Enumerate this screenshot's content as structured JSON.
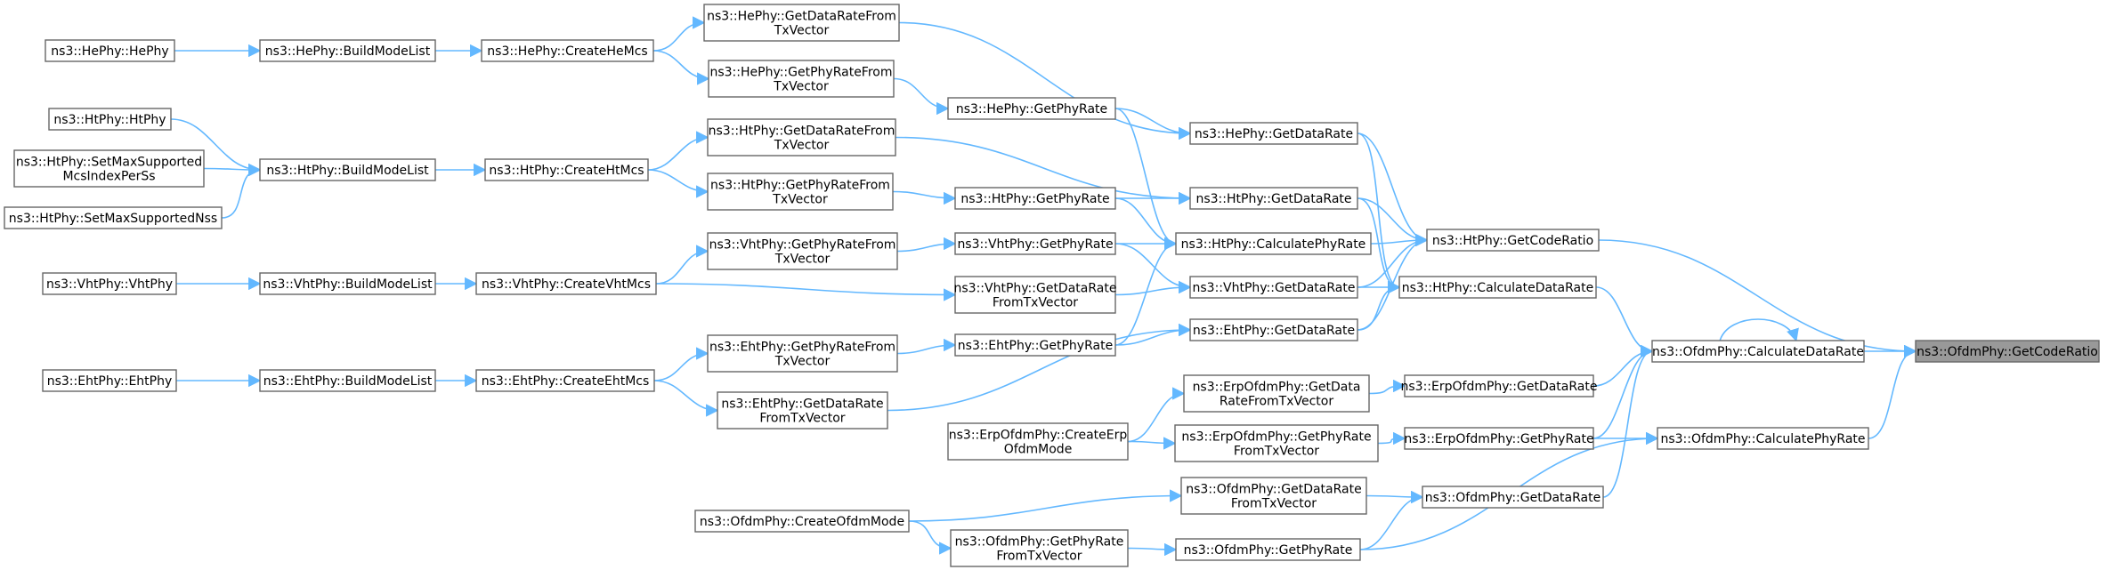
{
  "colors": {
    "edge": "#63b8ff",
    "node_border": "#666666",
    "node_fill": "#ffffff",
    "root_fill": "#999999",
    "text": "#000000"
  },
  "graph": {
    "root": "ofdm_getcoderatio",
    "nodes": [
      {
        "id": "ofdm_getcoderatio",
        "lines": [
          "ns3::OfdmPhy::GetCodeRatio"
        ],
        "root": true
      },
      {
        "id": "ht_getcoderatio",
        "lines": [
          "ns3::HtPhy::GetCodeRatio"
        ]
      },
      {
        "id": "ofdm_calcdatarate",
        "lines": [
          "ns3::OfdmPhy::CalculateDataRate"
        ]
      },
      {
        "id": "ofdm_calcphyrate",
        "lines": [
          "ns3::OfdmPhy::CalculatePhyRate"
        ]
      },
      {
        "id": "he_getdatarate",
        "lines": [
          "ns3::HePhy::GetDataRate"
        ]
      },
      {
        "id": "ht_calcphyrate",
        "lines": [
          "ns3::HtPhy::CalculatePhyRate"
        ]
      },
      {
        "id": "ht_getdatarate",
        "lines": [
          "ns3::HtPhy::GetDataRate"
        ]
      },
      {
        "id": "vht_getdatarate",
        "lines": [
          "ns3::VhtPhy::GetDataRate"
        ]
      },
      {
        "id": "eht_getdatarate",
        "lines": [
          "ns3::EhtPhy::GetDataRate"
        ]
      },
      {
        "id": "ht_calcdatarate",
        "lines": [
          "ns3::HtPhy::CalculateDataRate"
        ]
      },
      {
        "id": "erp_getdatarate",
        "lines": [
          "ns3::ErpOfdmPhy::GetDataRate"
        ]
      },
      {
        "id": "erp_getphyrate",
        "lines": [
          "ns3::ErpOfdmPhy::GetPhyRate"
        ]
      },
      {
        "id": "ofdm_getdatarate",
        "lines": [
          "ns3::OfdmPhy::GetDataRate"
        ]
      },
      {
        "id": "ofdm_getphyrate",
        "lines": [
          "ns3::OfdmPhy::GetPhyRate"
        ]
      },
      {
        "id": "he_getphyrate",
        "lines": [
          "ns3::HePhy::GetPhyRate"
        ]
      },
      {
        "id": "ht_getphyrate",
        "lines": [
          "ns3::HtPhy::GetPhyRate"
        ]
      },
      {
        "id": "vht_getphyrate",
        "lines": [
          "ns3::VhtPhy::GetPhyRate"
        ]
      },
      {
        "id": "vht_getdataratefromtxvector",
        "lines": [
          "ns3::VhtPhy::GetDataRate",
          "FromTxVector"
        ]
      },
      {
        "id": "eht_getphyrate",
        "lines": [
          "ns3::EhtPhy::GetPhyRate"
        ]
      },
      {
        "id": "erp_getdataratefromtxvector",
        "lines": [
          "ns3::ErpOfdmPhy::GetData",
          "RateFromTxVector"
        ]
      },
      {
        "id": "erp_getphyratefromtxvector",
        "lines": [
          "ns3::ErpOfdmPhy::GetPhyRate",
          "FromTxVector"
        ]
      },
      {
        "id": "ofdm_getdataratefromtxvector",
        "lines": [
          "ns3::OfdmPhy::GetDataRate",
          "FromTxVector"
        ]
      },
      {
        "id": "ofdm_getphyratefromtxvector",
        "lines": [
          "ns3::OfdmPhy::GetPhyRate",
          "FromTxVector"
        ]
      },
      {
        "id": "he_getdataratefromtxvector",
        "lines": [
          "ns3::HePhy::GetDataRateFrom",
          "TxVector"
        ]
      },
      {
        "id": "he_getphyratefromtxvector",
        "lines": [
          "ns3::HePhy::GetPhyRateFrom",
          "TxVector"
        ]
      },
      {
        "id": "ht_getdataratefromtxvector",
        "lines": [
          "ns3::HtPhy::GetDataRateFrom",
          "TxVector"
        ]
      },
      {
        "id": "ht_getphyratefromtxvector",
        "lines": [
          "ns3::HtPhy::GetPhyRateFrom",
          "TxVector"
        ]
      },
      {
        "id": "vht_getphyratefromtxvector",
        "lines": [
          "ns3::VhtPhy::GetPhyRateFrom",
          "TxVector"
        ]
      },
      {
        "id": "eht_getphyratefromtxvector",
        "lines": [
          "ns3::EhtPhy::GetPhyRateFrom",
          "TxVector"
        ]
      },
      {
        "id": "eht_getdataratefromtxvector",
        "lines": [
          "ns3::EhtPhy::GetDataRate",
          "FromTxVector"
        ]
      },
      {
        "id": "erp_createerpofdmmode",
        "lines": [
          "ns3::ErpOfdmPhy::CreateErp",
          "OfdmMode"
        ]
      },
      {
        "id": "ofdm_createofdmmode",
        "lines": [
          "ns3::OfdmPhy::CreateOfdmMode"
        ]
      },
      {
        "id": "he_createhemcs",
        "lines": [
          "ns3::HePhy::CreateHeMcs"
        ]
      },
      {
        "id": "ht_createhtmcs",
        "lines": [
          "ns3::HtPhy::CreateHtMcs"
        ]
      },
      {
        "id": "vht_createvhtmcs",
        "lines": [
          "ns3::VhtPhy::CreateVhtMcs"
        ]
      },
      {
        "id": "eht_createehtmcs",
        "lines": [
          "ns3::EhtPhy::CreateEhtMcs"
        ]
      },
      {
        "id": "he_buildmodelist",
        "lines": [
          "ns3::HePhy::BuildModeList"
        ]
      },
      {
        "id": "ht_buildmodelist",
        "lines": [
          "ns3::HtPhy::BuildModeList"
        ]
      },
      {
        "id": "vht_buildmodelist",
        "lines": [
          "ns3::VhtPhy::BuildModeList"
        ]
      },
      {
        "id": "eht_buildmodelist",
        "lines": [
          "ns3::EhtPhy::BuildModeList"
        ]
      },
      {
        "id": "he_hephy",
        "lines": [
          "ns3::HePhy::HePhy"
        ]
      },
      {
        "id": "ht_htphy",
        "lines": [
          "ns3::HtPhy::HtPhy"
        ]
      },
      {
        "id": "ht_setmaxsupportedmcsindexperss",
        "lines": [
          "ns3::HtPhy::SetMaxSupported",
          "McsIndexPerSs"
        ]
      },
      {
        "id": "ht_setmaxsupportednss",
        "lines": [
          "ns3::HtPhy::SetMaxSupportedNss"
        ]
      },
      {
        "id": "vht_vhtphy",
        "lines": [
          "ns3::VhtPhy::VhtPhy"
        ]
      },
      {
        "id": "eht_ehtphy",
        "lines": [
          "ns3::EhtPhy::EhtPhy"
        ]
      }
    ],
    "edges": [
      [
        "ht_getcoderatio",
        "ofdm_getcoderatio"
      ],
      [
        "ofdm_calcdatarate",
        "ofdm_getcoderatio"
      ],
      [
        "ofdm_calcphyrate",
        "ofdm_getcoderatio"
      ],
      [
        "he_getdatarate",
        "ht_getcoderatio"
      ],
      [
        "ht_calcphyrate",
        "ht_getcoderatio"
      ],
      [
        "ht_getdatarate",
        "ht_getcoderatio"
      ],
      [
        "vht_getdatarate",
        "ht_getcoderatio"
      ],
      [
        "eht_getdatarate",
        "ht_getcoderatio"
      ],
      [
        "ht_calcdatarate",
        "ofdm_calcdatarate"
      ],
      [
        "erp_getdatarate",
        "ofdm_calcdatarate"
      ],
      [
        "erp_getphyrate",
        "ofdm_calcdatarate"
      ],
      [
        "ofdm_getdatarate",
        "ofdm_calcdatarate"
      ],
      [
        "ofdm_calcdatarate",
        "ofdm_calcdatarate"
      ],
      [
        "erp_getphyrate",
        "ofdm_calcphyrate"
      ],
      [
        "ofdm_getphyrate",
        "ofdm_calcphyrate"
      ],
      [
        "he_getdatarate",
        "ht_calcdatarate"
      ],
      [
        "ht_getdatarate",
        "ht_calcdatarate"
      ],
      [
        "vht_getdatarate",
        "ht_calcdatarate"
      ],
      [
        "eht_getdatarate",
        "ht_calcdatarate"
      ],
      [
        "he_getphyrate",
        "ht_calcphyrate"
      ],
      [
        "ht_getphyrate",
        "ht_calcphyrate"
      ],
      [
        "vht_getphyrate",
        "ht_calcphyrate"
      ],
      [
        "eht_getphyrate",
        "ht_calcphyrate"
      ],
      [
        "he_getdataratefromtxvector",
        "he_getdatarate"
      ],
      [
        "he_getphyrate",
        "he_getdatarate"
      ],
      [
        "ht_getdataratefromtxvector",
        "ht_getdatarate"
      ],
      [
        "ht_getphyrate",
        "ht_getdatarate"
      ],
      [
        "vht_getphyrate",
        "vht_getdatarate"
      ],
      [
        "vht_getdataratefromtxvector",
        "vht_getdatarate"
      ],
      [
        "eht_getphyrate",
        "eht_getdatarate"
      ],
      [
        "eht_getdataratefromtxvector",
        "eht_getdatarate"
      ],
      [
        "erp_getdataratefromtxvector",
        "erp_getdatarate"
      ],
      [
        "erp_getphyratefromtxvector",
        "erp_getphyrate"
      ],
      [
        "ofdm_getdataratefromtxvector",
        "ofdm_getdatarate"
      ],
      [
        "ofdm_getphyrate",
        "ofdm_getdatarate"
      ],
      [
        "ofdm_getphyratefromtxvector",
        "ofdm_getphyrate"
      ],
      [
        "he_getphyratefromtxvector",
        "he_getphyrate"
      ],
      [
        "ht_getphyratefromtxvector",
        "ht_getphyrate"
      ],
      [
        "vht_getphyratefromtxvector",
        "vht_getphyrate"
      ],
      [
        "vht_createvhtmcs",
        "vht_getdataratefromtxvector"
      ],
      [
        "eht_getphyratefromtxvector",
        "eht_getphyrate"
      ],
      [
        "erp_createerpofdmmode",
        "erp_getdataratefromtxvector"
      ],
      [
        "erp_createerpofdmmode",
        "erp_getphyratefromtxvector"
      ],
      [
        "ofdm_createofdmmode",
        "ofdm_getdataratefromtxvector"
      ],
      [
        "ofdm_createofdmmode",
        "ofdm_getphyratefromtxvector"
      ],
      [
        "he_createhemcs",
        "he_getdataratefromtxvector"
      ],
      [
        "he_createhemcs",
        "he_getphyratefromtxvector"
      ],
      [
        "ht_createhtmcs",
        "ht_getdataratefromtxvector"
      ],
      [
        "ht_createhtmcs",
        "ht_getphyratefromtxvector"
      ],
      [
        "vht_createvhtmcs",
        "vht_getphyratefromtxvector"
      ],
      [
        "eht_createehtmcs",
        "eht_getphyratefromtxvector"
      ],
      [
        "eht_createehtmcs",
        "eht_getdataratefromtxvector"
      ],
      [
        "he_buildmodelist",
        "he_createhemcs"
      ],
      [
        "ht_buildmodelist",
        "ht_createhtmcs"
      ],
      [
        "vht_buildmodelist",
        "vht_createvhtmcs"
      ],
      [
        "eht_buildmodelist",
        "eht_createehtmcs"
      ],
      [
        "he_hephy",
        "he_buildmodelist"
      ],
      [
        "ht_htphy",
        "ht_buildmodelist"
      ],
      [
        "ht_setmaxsupportedmcsindexperss",
        "ht_buildmodelist"
      ],
      [
        "ht_setmaxsupportednss",
        "ht_buildmodelist"
      ],
      [
        "vht_vhtphy",
        "vht_buildmodelist"
      ],
      [
        "eht_ehtphy",
        "eht_buildmodelist"
      ]
    ]
  }
}
